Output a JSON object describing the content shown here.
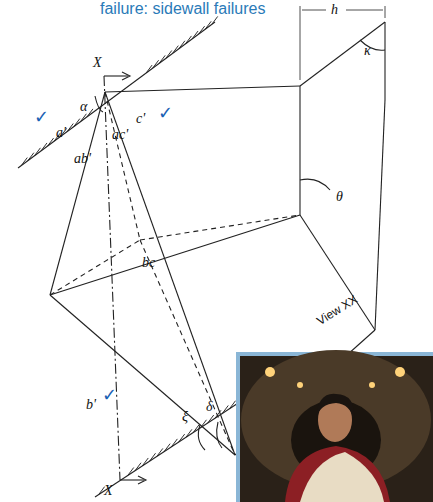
{
  "diagram": {
    "title": "failure: sidewall failures",
    "labels": [
      "X",
      "α",
      "a'",
      "ab'",
      "ac'",
      "c'",
      "b'",
      "bc",
      "ξ",
      "δ",
      "X",
      "h",
      "κ",
      "θ",
      "View XX",
      "✓",
      "✓",
      "✓"
    ]
  }
}
